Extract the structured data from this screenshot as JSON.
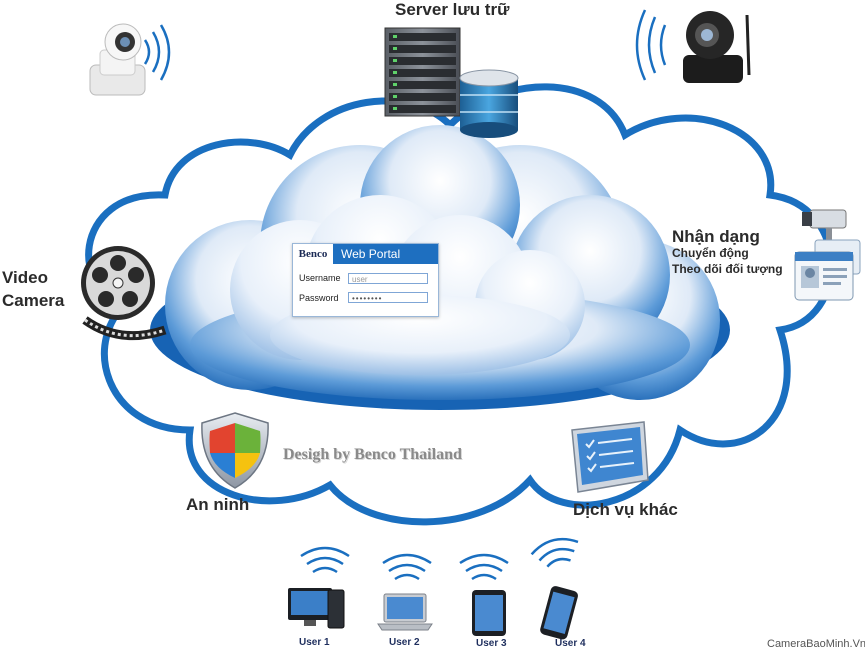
{
  "labels": {
    "server": "Server lưu trữ",
    "video_line1": "Video",
    "video_line2": "Camera",
    "recognition_title": "Nhận dạng",
    "recognition_line1": "Chuyển động",
    "recognition_line2": "Theo dõi đối tượng",
    "security": "An ninh",
    "other_services": "Dịch vụ khác",
    "credit": "Desigh by Benco Thailand"
  },
  "portal": {
    "brand": "Benco",
    "title": "Web Portal",
    "username_label": "Username",
    "username_value": "user",
    "password_label": "Password",
    "password_value": "••••••••"
  },
  "users": [
    "User 1",
    "User 2",
    "User 3",
    "User 4"
  ],
  "watermark": "CameraBaoMinh.Vn",
  "colors": {
    "ring": "#1a6fc0",
    "cloud_dark": "#1763b4",
    "cloud_light": "#f4f8fd",
    "label": "#2b2b2b",
    "portal_bar": "#1e6fc0"
  },
  "icons": [
    "ip-camera-icon",
    "server-rack-icon",
    "database-icon",
    "ptz-camera-icon",
    "film-reel-icon",
    "cctv-camera-icon",
    "id-card-icon",
    "shield-icon",
    "checklist-screen-icon",
    "desktop-icon",
    "laptop-icon",
    "tablet-icon",
    "smartphone-icon",
    "wifi-icon"
  ]
}
